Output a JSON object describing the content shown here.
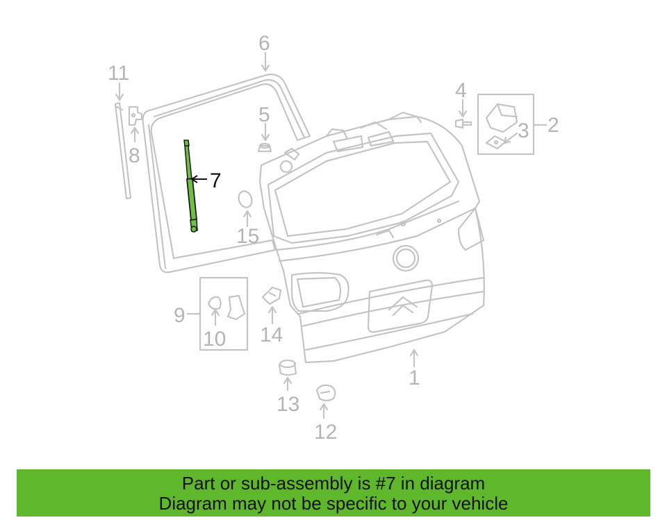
{
  "callouts": {
    "c1": "1",
    "c2": "2",
    "c3": "3",
    "c4": "4",
    "c5": "5",
    "c6": "6",
    "c7": "7",
    "c8": "8",
    "c9": "9",
    "c10": "10",
    "c11": "11",
    "c12": "12",
    "c13": "13",
    "c14": "14",
    "c15": "15"
  },
  "highlighted_part": "7",
  "colors": {
    "highlight_green": "#6fc040",
    "banner_green": "#5fb82c",
    "line_gray": "#c4c4c4",
    "text_gray": "#b4b4b4"
  },
  "banner": {
    "line1": "Part or sub-assembly is #7 in diagram",
    "line2": "Diagram may not be specific to your vehicle"
  }
}
